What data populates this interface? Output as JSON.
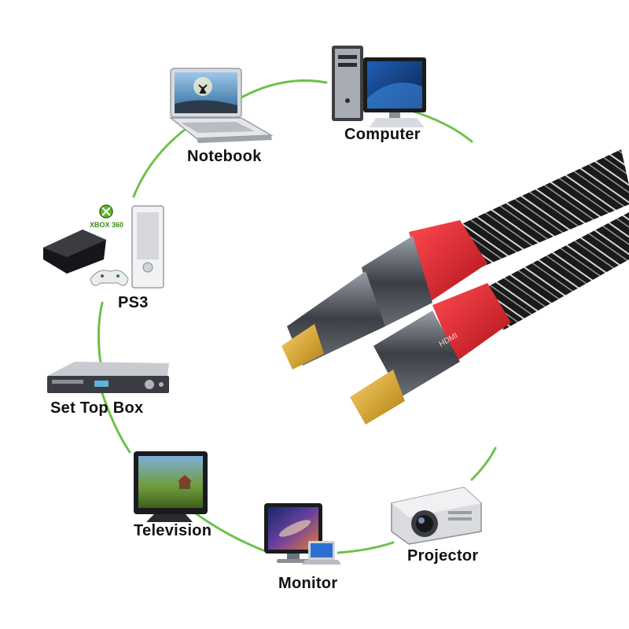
{
  "colors": {
    "ring": "#6cc24a",
    "cable_red": "#e8222b",
    "connector_metal": "#4a4d52",
    "gold": "#e0a820",
    "braid": "#1c1c1c"
  },
  "devices": {
    "computer": {
      "label": "Computer",
      "icon": "desktop-computer-icon"
    },
    "notebook": {
      "label": "Notebook",
      "icon": "laptop-icon"
    },
    "ps3": {
      "label": "PS3",
      "icon": "game-console-icon",
      "logo_text": "XBOX 360"
    },
    "settop": {
      "label": "Set Top Box",
      "icon": "set-top-box-icon"
    },
    "television": {
      "label": "Television",
      "icon": "television-icon"
    },
    "monitor": {
      "label": "Monitor",
      "icon": "monitor-icon"
    },
    "projector": {
      "label": "Projector",
      "icon": "projector-icon"
    }
  },
  "cable": {
    "icon": "hdmi-cable-icon",
    "connector_text": "HDMI"
  }
}
